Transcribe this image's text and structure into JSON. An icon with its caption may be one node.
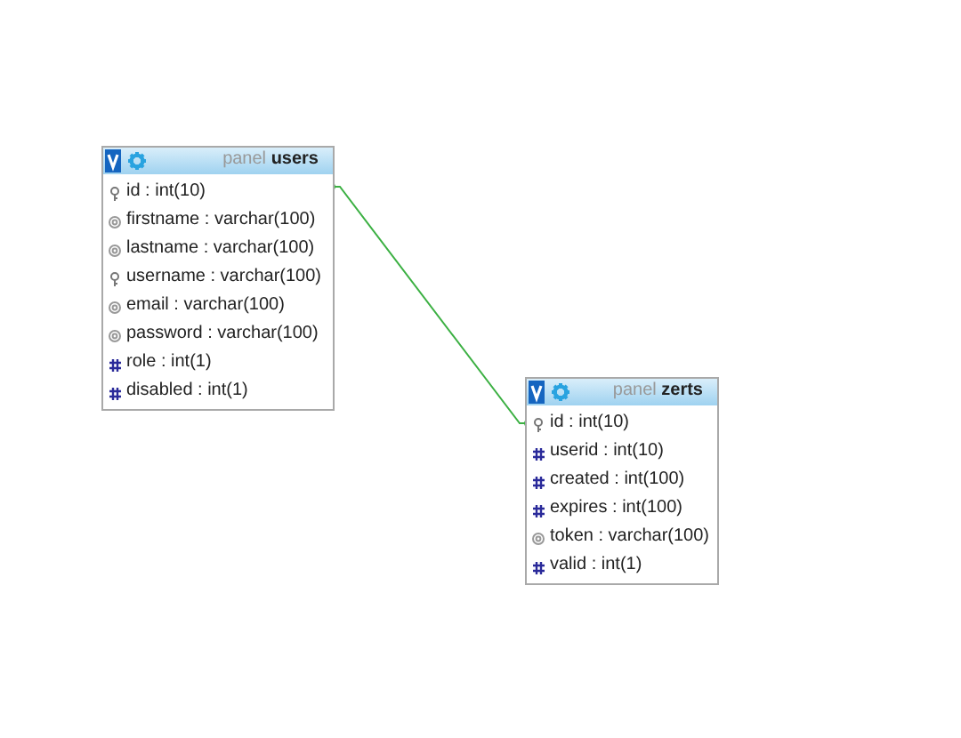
{
  "diagram": {
    "nodes": [
      {
        "text": [
          "panel **users**"
        ]
      },
      {
        "text": [
          "id : int(10)"
        ],
        "in": 0
      },
      {
        "text": [
          "firstname : varchar(100)"
        ],
        "in": 0
      },
      {
        "text": [
          "lastname : varchar(100)"
        ],
        "in": 0
      },
      {
        "text": [
          "username : varchar(100)"
        ],
        "in": 0
      },
      {
        "text": [
          "email : varchar(100)"
        ],
        "in": 0
      },
      {
        "text": [
          "password : varchar(100)"
        ],
        "in": 0
      },
      {
        "text": [
          "role : int(1)"
        ],
        "in": 0
      },
      {
        "text": [
          "disabled : int(1)"
        ],
        "in": 0
      },
      {
        "text": [
          "panel **zerts**"
        ]
      },
      {
        "text": [
          "id : int(10)"
        ],
        "in": 9
      },
      {
        "text": [
          "userid : int(10)"
        ],
        "in": 9
      },
      {
        "text": [
          "created : int(100)"
        ],
        "in": 9
      },
      {
        "text": [
          "expires : int(100)"
        ],
        "in": 9
      },
      {
        "text": [
          "token : varchar(100)"
        ],
        "in": 9
      },
      {
        "text": [
          "valid : int(1)"
        ],
        "in": 9
      }
    ],
    "edges": [
      {
        "from": 1,
        "to": 10,
        "arrow": "other",
        "color": "#3cb043"
      }
    ]
  }
}
